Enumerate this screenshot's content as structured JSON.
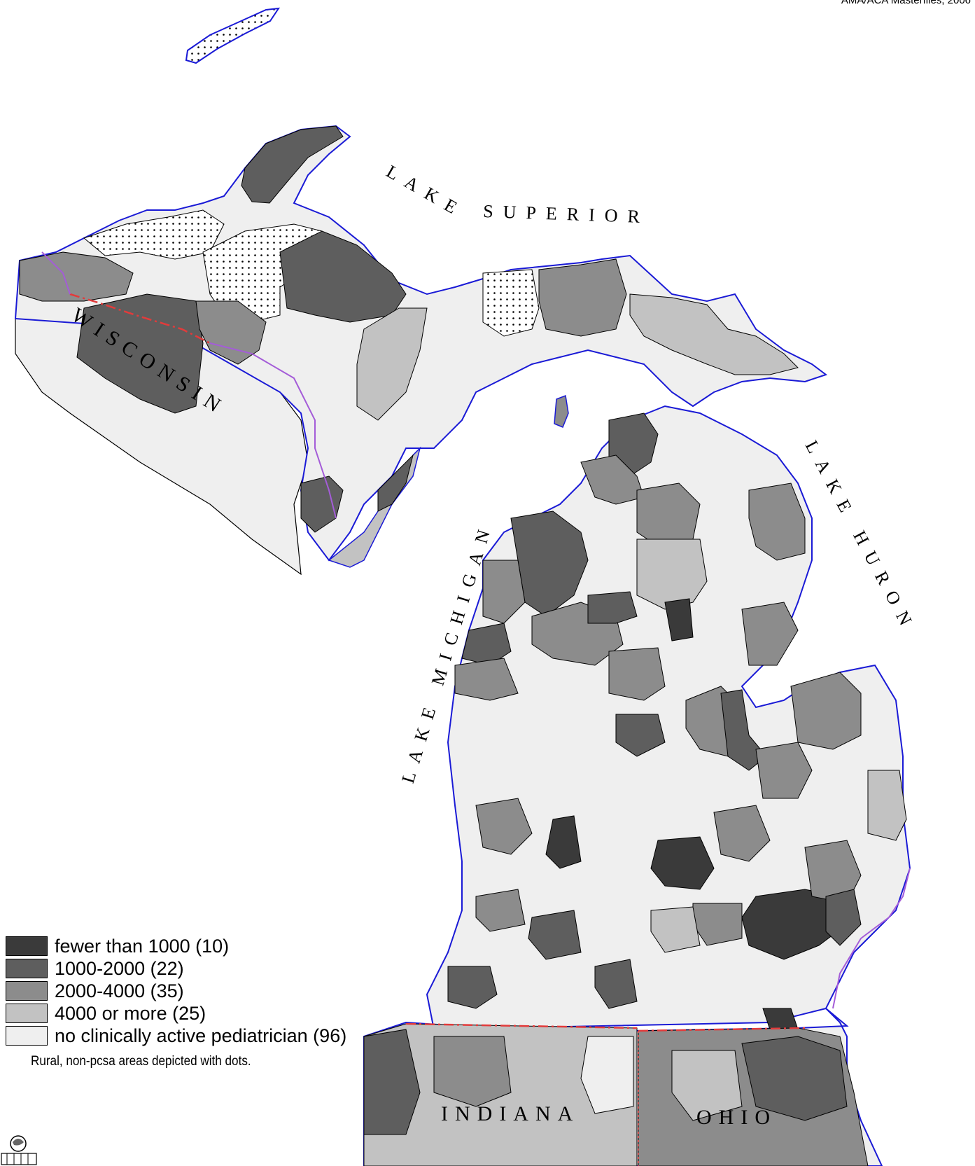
{
  "source": "AMA/ACA Masterfiles, 2006",
  "water_labels": {
    "superior_a": "LAKE",
    "superior_b": "SUPERIOR",
    "huron": "LAKE HURON",
    "michigan": "LAKE MICHIGAN"
  },
  "state_labels": {
    "wisconsin": "WISCONSIN",
    "indiana": "INDIANA",
    "ohio": "OHIO"
  },
  "legend": {
    "items": [
      {
        "label": "fewer than 1000 (10)",
        "color": "#3a3a3a"
      },
      {
        "label": "1000-2000 (22)",
        "color": "#5e5e5e"
      },
      {
        "label": "2000-4000 (35)",
        "color": "#8c8c8c"
      },
      {
        "label": "4000 or more (25)",
        "color": "#c2c2c2"
      },
      {
        "label": "no clinically active pediatrician (96)",
        "color": "#efefef"
      }
    ],
    "note": "Rural, non-pcsa areas depicted with dots."
  },
  "colors": {
    "shoreline": "#1a1ad6",
    "state_border": "#e23b3b",
    "river_border": "#a45cd8"
  }
}
